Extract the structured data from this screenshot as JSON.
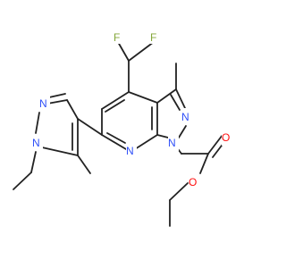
{
  "molecule": {
    "atom_labels": {
      "f1": "F",
      "f2": "F",
      "n_pyrazole_right_1": "N",
      "n_pyrazole_right_2": "N",
      "n_pyridine": "N",
      "n_pyrazole_left_1": "N",
      "n_pyrazole_left_2": "N",
      "o_ester": "O",
      "o_carbonyl": "O"
    },
    "colors": {
      "bond": "#222222",
      "nitrogen": "#3050f8",
      "oxygen": "#ff0d0d",
      "fluorine": "#84a73a",
      "background": "#ffffff"
    }
  }
}
